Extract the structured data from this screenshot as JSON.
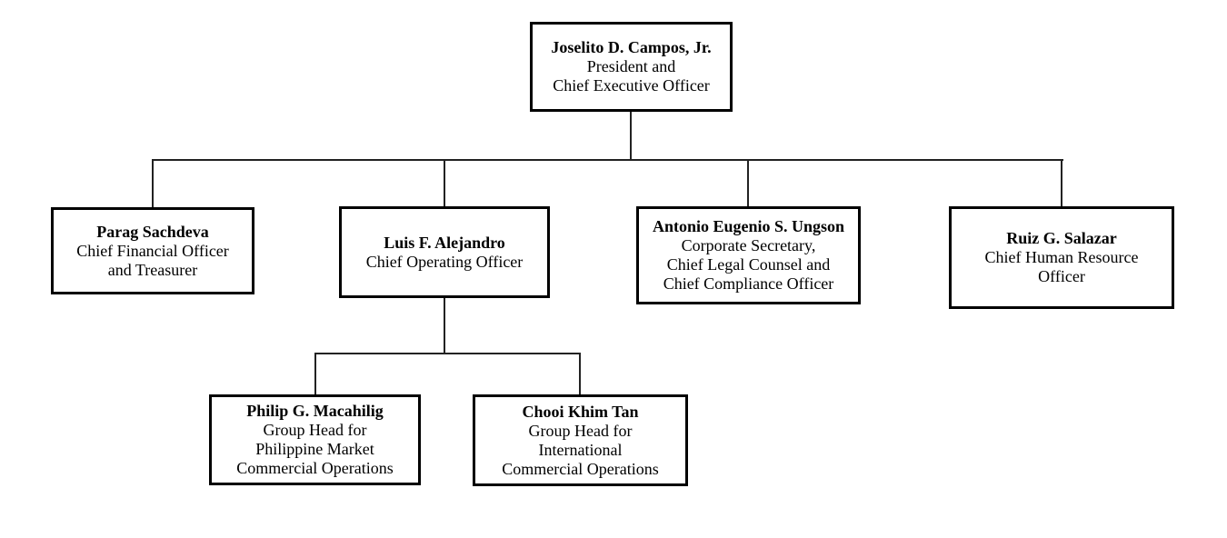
{
  "diagram": {
    "type": "org-chart",
    "colors": {
      "background": "#ffffff",
      "box_border": "#000000",
      "text": "#000000",
      "connector": "#222222"
    },
    "nodes": {
      "president_ceo": {
        "name": "Joselito D. Campos, Jr.",
        "title": "President and\nChief Executive Officer",
        "reports_to": null
      },
      "cfo": {
        "name": "Parag Sachdeva",
        "title": "Chief Financial Officer\nand Treasurer",
        "reports_to": "president_ceo"
      },
      "coo": {
        "name": "Luis F. Alejandro",
        "title": "Chief Operating Officer",
        "reports_to": "president_ceo"
      },
      "corporate_secretary": {
        "name": "Antonio Eugenio S. Ungson",
        "title": "Corporate Secretary,\nChief Legal Counsel and\nChief Compliance Officer",
        "reports_to": "president_ceo"
      },
      "chro": {
        "name": "Ruiz G. Salazar",
        "title": "Chief Human Resource\nOfficer",
        "reports_to": "president_ceo"
      },
      "group_head_philippine": {
        "name": "Philip G. Macahilig",
        "title": "Group Head for\nPhilippine Market\nCommercial Operations",
        "reports_to": "coo"
      },
      "group_head_international": {
        "name": "Chooi Khim Tan",
        "title": "Group Head for\nInternational\nCommercial Operations",
        "reports_to": "coo"
      }
    }
  }
}
